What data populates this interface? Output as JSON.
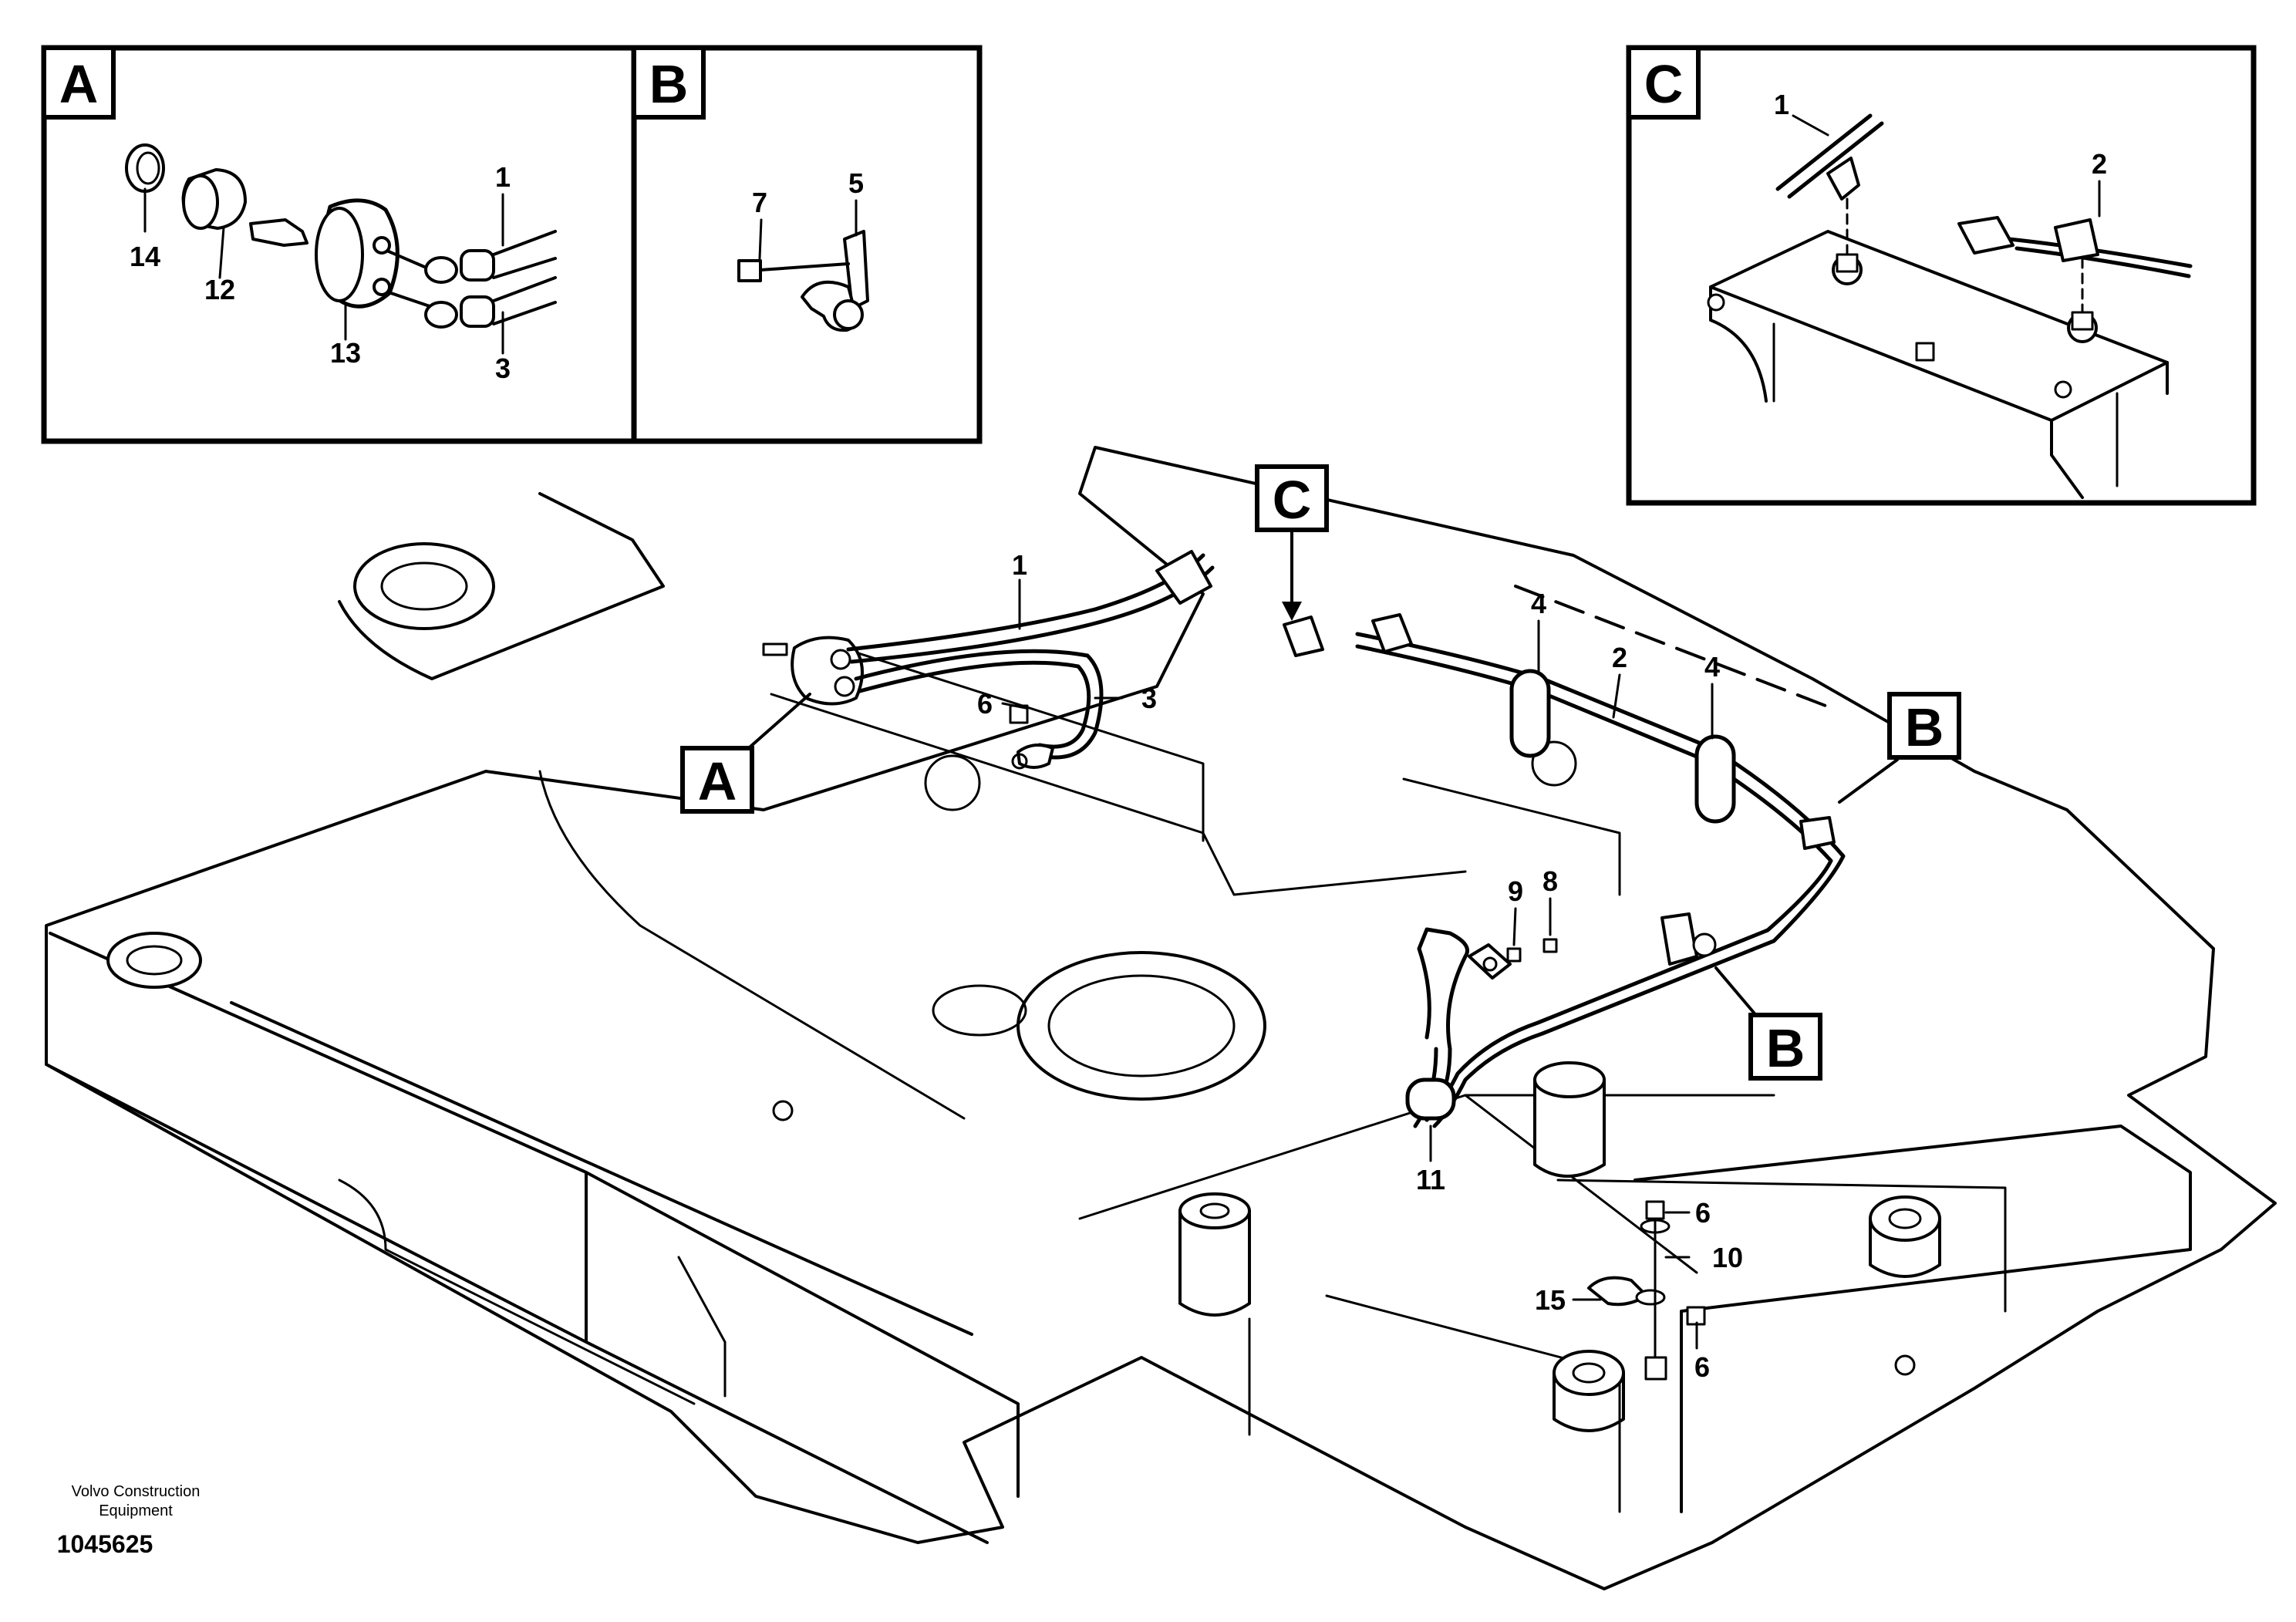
{
  "detail_boxes": {
    "A": {
      "letter": "A",
      "labels": {
        "p1": "1",
        "p3": "3",
        "p12": "12",
        "p13": "13",
        "p14": "14"
      }
    },
    "B": {
      "letter": "B",
      "labels": {
        "p5": "5",
        "p7": "7"
      }
    },
    "C": {
      "letter": "C",
      "labels": {
        "p1": "1",
        "p2": "2"
      }
    }
  },
  "main_view": {
    "callouts": {
      "A": "A",
      "B1": "B",
      "B2": "B",
      "C": "C"
    },
    "labels": {
      "p1": "1",
      "p2": "2",
      "p3": "3",
      "p4a": "4",
      "p4b": "4",
      "p6a": "6",
      "p6b": "6",
      "p6c": "6",
      "p8": "8",
      "p9": "9",
      "p10": "10",
      "p11": "11",
      "p15": "15"
    }
  },
  "footer": {
    "company_line1": "Volvo Construction",
    "company_line2": "Equipment",
    "drawing_number": "1045625"
  }
}
